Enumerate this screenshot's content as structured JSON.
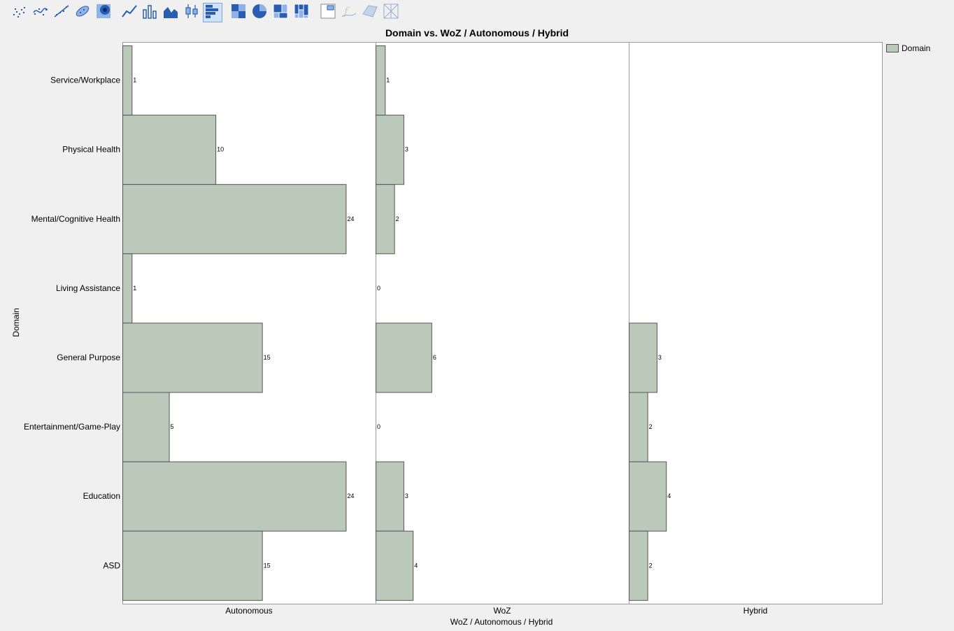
{
  "toolbar": {
    "buttons": [
      {
        "icon": "scatter-points-icon",
        "state": "normal"
      },
      {
        "icon": "smoother-icon",
        "state": "normal"
      },
      {
        "icon": "line-of-fit-icon",
        "state": "normal"
      },
      {
        "icon": "ellipse-icon",
        "state": "normal"
      },
      {
        "icon": "contour-icon",
        "state": "normal"
      },
      {
        "icon": "line-chart-icon",
        "state": "normal"
      },
      {
        "icon": "bar-chart-icon",
        "state": "normal"
      },
      {
        "icon": "area-chart-icon",
        "state": "normal"
      },
      {
        "icon": "box-plot-icon",
        "state": "normal"
      },
      {
        "icon": "histogram-icon",
        "state": "active"
      },
      {
        "icon": "heatmap-icon",
        "state": "normal"
      },
      {
        "icon": "pie-chart-icon",
        "state": "normal"
      },
      {
        "icon": "treemap-icon",
        "state": "normal"
      },
      {
        "icon": "mosaic-icon",
        "state": "normal"
      },
      {
        "icon": "caption-box-icon",
        "state": "normal"
      },
      {
        "icon": "formula-icon",
        "state": "disabled"
      },
      {
        "icon": "surface-icon",
        "state": "disabled"
      },
      {
        "icon": "map-shapes-icon",
        "state": "disabled"
      }
    ]
  },
  "chart_data": {
    "type": "bar",
    "orientation": "horizontal",
    "title": "Domain vs. WoZ / Autonomous / Hybrid",
    "ylabel": "Domain",
    "xlabel": "WoZ / Autonomous / Hybrid",
    "categories": [
      "Service/Workplace",
      "Physical Health",
      "Mental/Cognitive Health",
      "Living Assistance",
      "General Purpose",
      "Entertainment/Game-Play",
      "Education",
      "ASD"
    ],
    "panels": [
      {
        "name": "Autonomous",
        "values": [
          1,
          10,
          24,
          1,
          15,
          5,
          24,
          15
        ],
        "show_labels": true
      },
      {
        "name": "WoZ",
        "values": [
          1,
          3,
          2,
          0,
          6,
          0,
          3,
          4
        ],
        "show_labels": true
      },
      {
        "name": "Hybrid",
        "values": [
          0,
          0,
          0,
          0,
          3,
          2,
          4,
          2
        ],
        "labels_shown": [
          false,
          false,
          false,
          false,
          true,
          true,
          true,
          true
        ]
      }
    ],
    "xlim": [
      0,
      27.2
    ],
    "legend": {
      "position": "right",
      "entries": [
        "Domain"
      ]
    },
    "colors": {
      "bar_fill": "#bbc9bb",
      "bar_stroke": "#555555",
      "frame": "#9a9a9a"
    },
    "grid": false
  }
}
